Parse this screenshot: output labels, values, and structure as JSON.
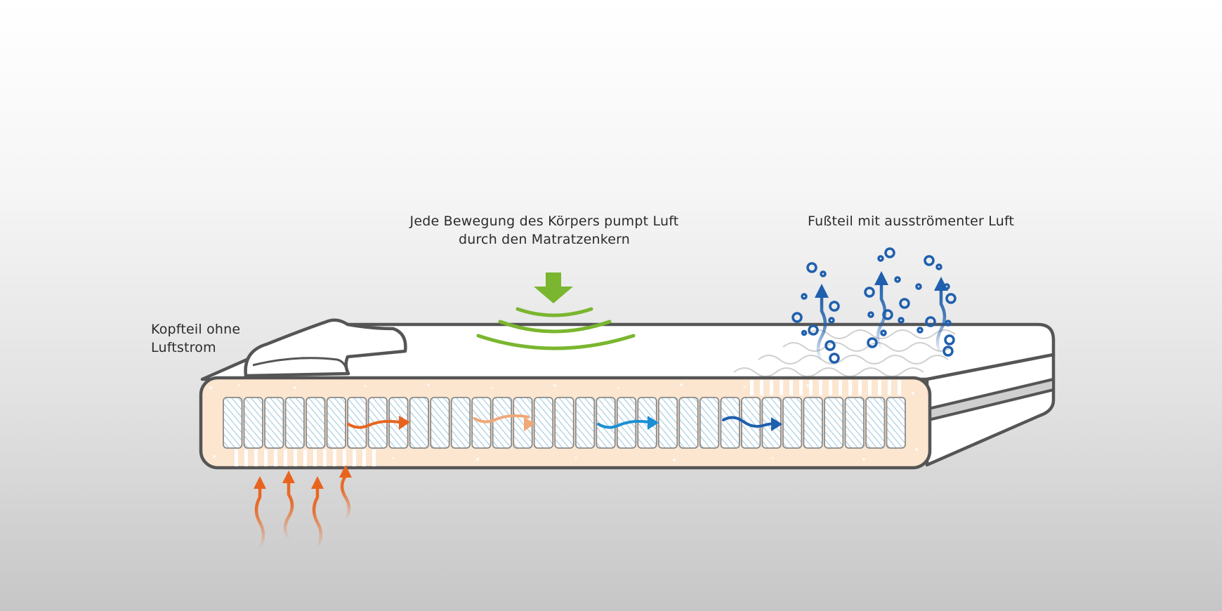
{
  "labels": {
    "pump_line1": "Jede Bewegung des Körpers pumpt Luft",
    "pump_line2": "durch den Matratzenkern",
    "foot": "Fußteil mit ausströmenter Luft",
    "head_line1": "Kopfteil ohne",
    "head_line2": "Luftstrom"
  },
  "colors": {
    "outline": "#555555",
    "core_fill": "#fce6d0",
    "spring_stripe": "#a9cde0",
    "pressure_green": "#7ab62f",
    "warm_air": "#e8641e",
    "warm_air_light": "#f0a070",
    "cool_air": "#1a8fd4",
    "cool_air_dark": "#1f5fae",
    "bubble": "#1f5fae"
  },
  "diagram": {
    "spring_count": 33,
    "warm_inflow_arrows": 4,
    "cool_outflow_arrows": 3,
    "pressure_arcs": 3
  }
}
